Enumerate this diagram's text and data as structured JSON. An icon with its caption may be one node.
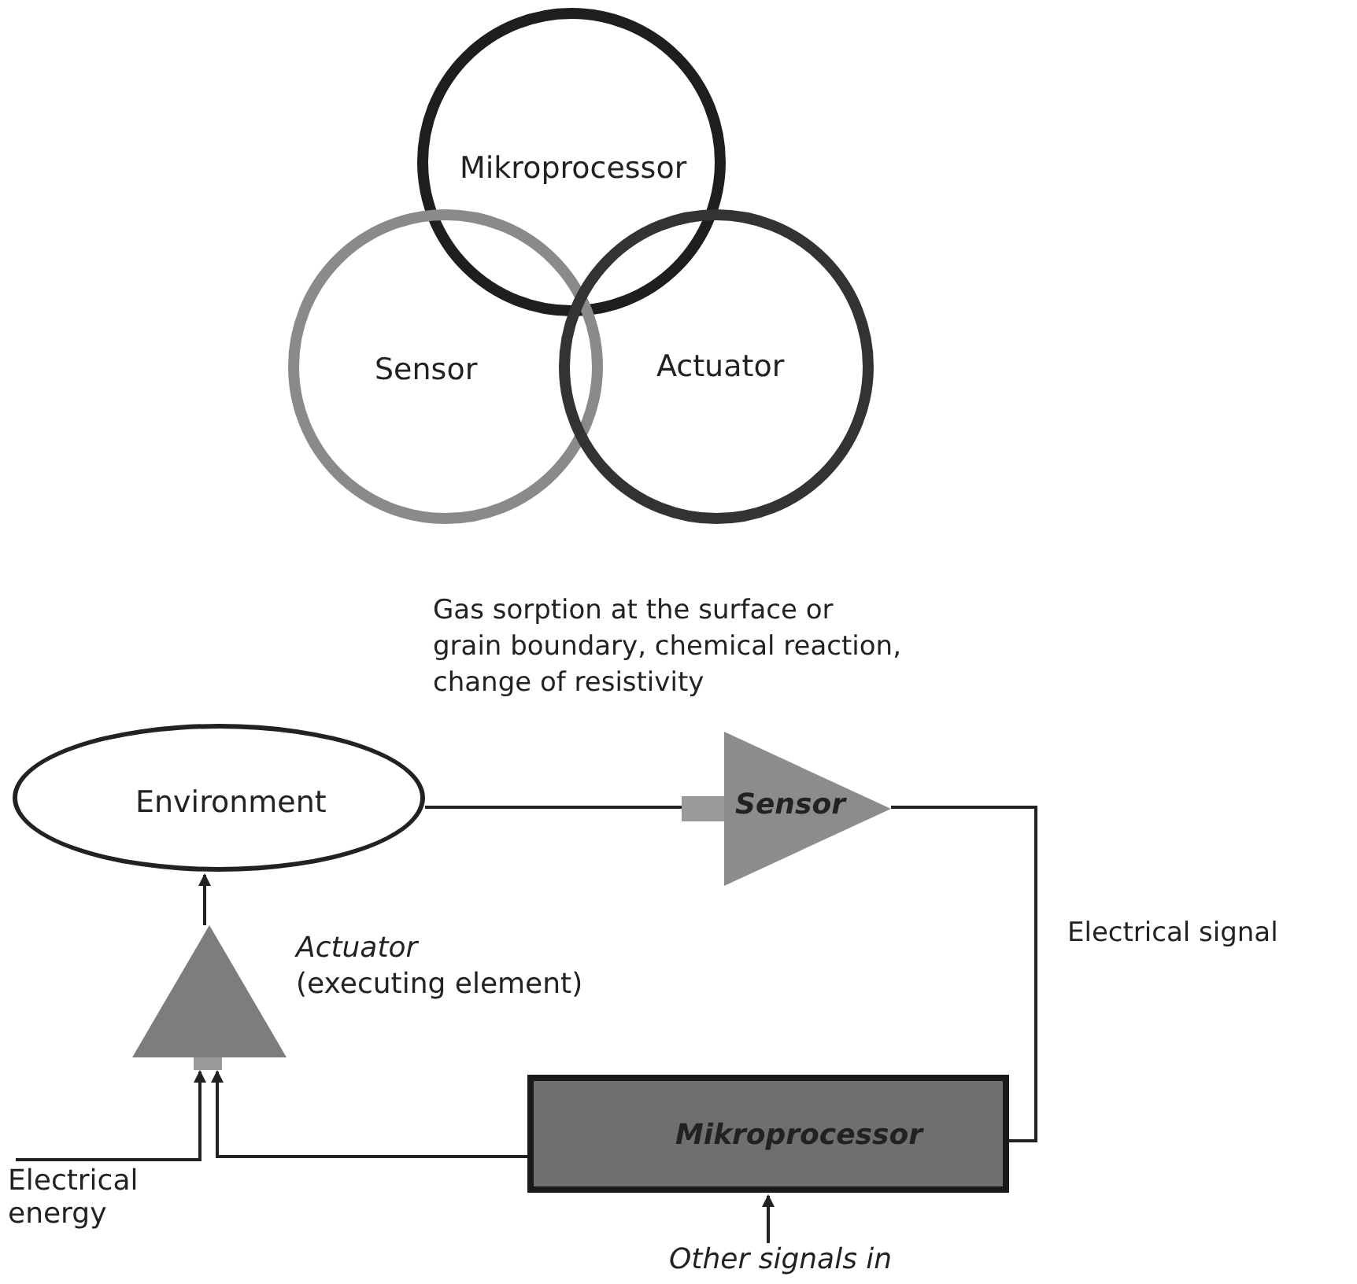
{
  "diagram": {
    "nodes": [
      {
        "text": [
          "Mikroprocessor"
        ]
      },
      {
        "text": [
          "Sensor"
        ]
      },
      {
        "text": [
          "Actuator"
        ]
      },
      {
        "text": [
          "Environment"
        ]
      },
      {
        "text": [
          "Sensor"
        ],
        "beside": [
          "Gas sorption at the surface or grain boundary, chemical reaction, change of resistivity"
        ]
      },
      {
        "text": [
          "Actuator",
          "(executing element)"
        ]
      },
      {
        "text": [
          "Mikroprocessor"
        ]
      },
      {
        "text": [
          "Electrical energy"
        ]
      },
      {
        "text": [
          "Other signals in"
        ]
      }
    ],
    "edges": [
      {
        "from": 3,
        "to": 4,
        "arrow": "none"
      },
      {
        "from": 4,
        "to": 6,
        "arrow": "none",
        "label": "Electrical signal"
      },
      {
        "from": 6,
        "to": 5,
        "arrow": "to"
      },
      {
        "from": 7,
        "to": 5,
        "arrow": "to"
      },
      {
        "from": 5,
        "to": 3,
        "arrow": "to"
      },
      {
        "from": 8,
        "to": 6,
        "arrow": "to"
      }
    ]
  }
}
